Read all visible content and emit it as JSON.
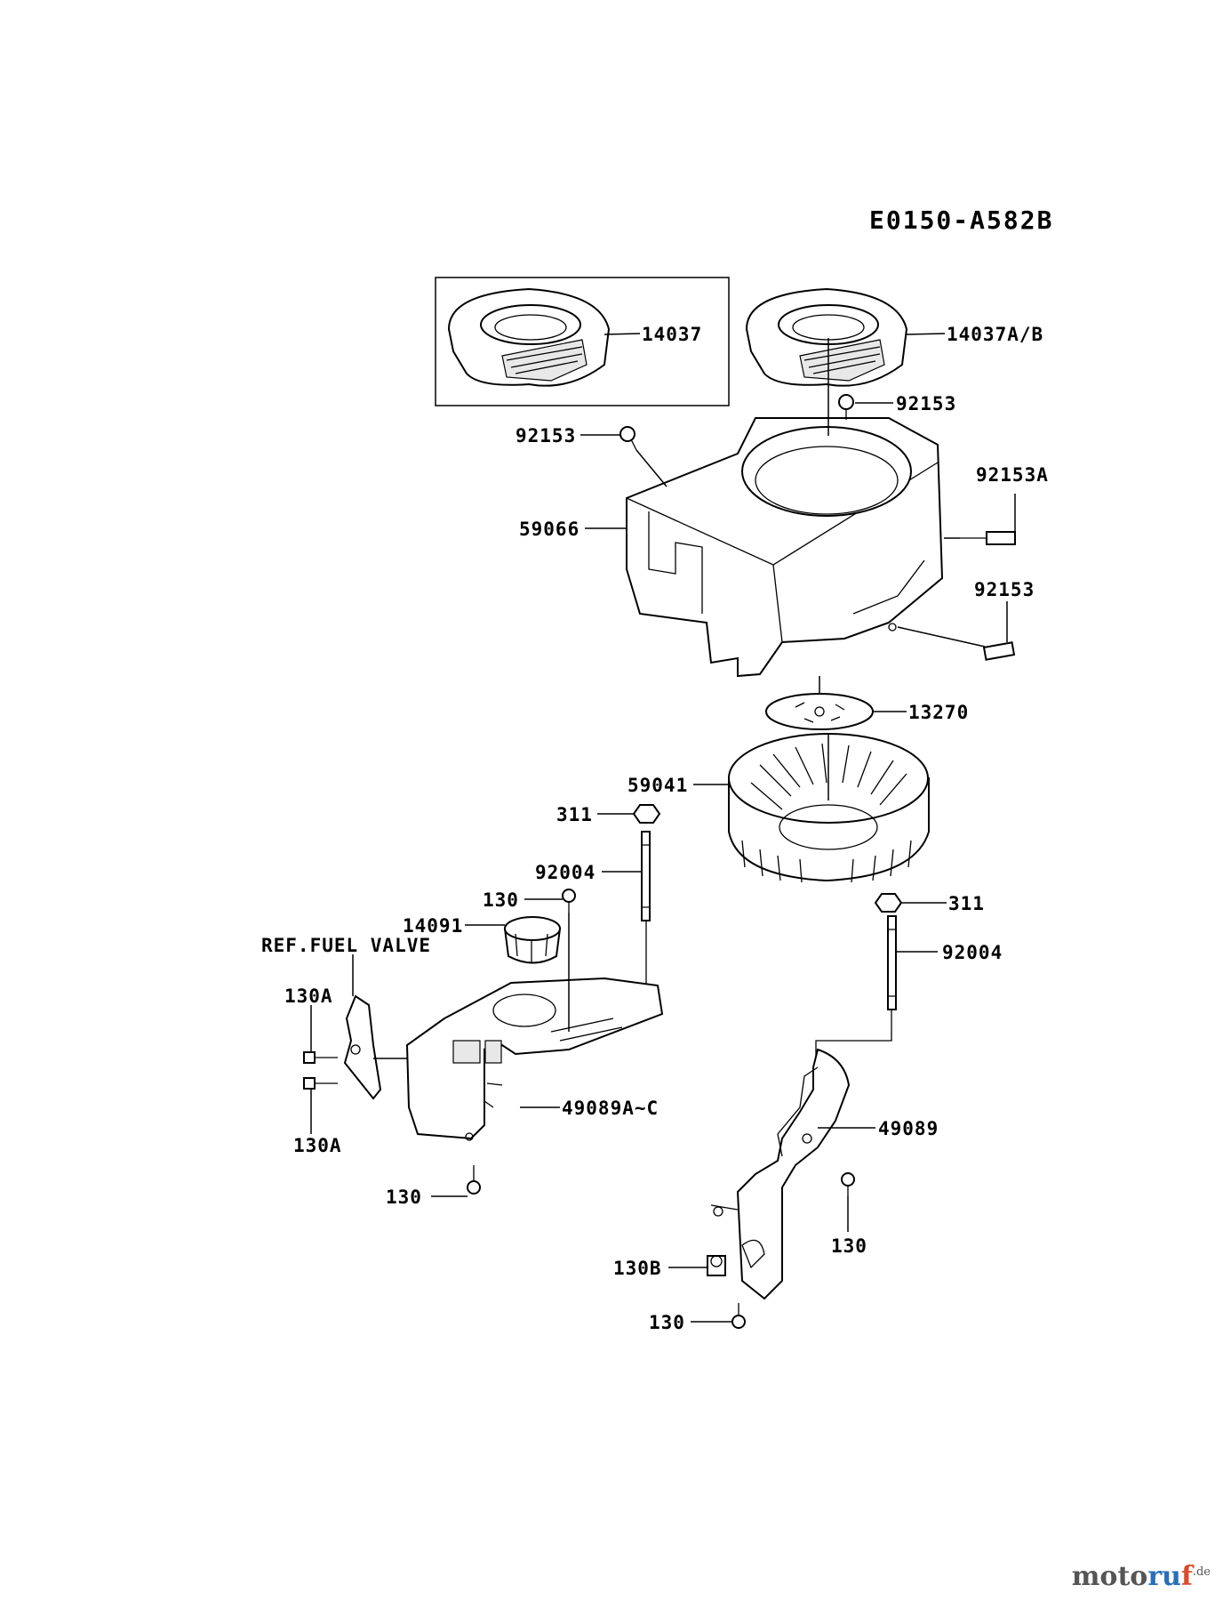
{
  "diagram_code": "E0150-A582B",
  "labels": {
    "l14037": "14037",
    "l14037ab": "14037A/B",
    "l92153a": "92153",
    "l92153b": "92153",
    "l92153A": "92153A",
    "l59066": "59066",
    "l92153c": "92153",
    "l13270": "13270",
    "l59041": "59041",
    "l311a": "311",
    "l92004a": "92004",
    "l130a": "130",
    "l14091": "14091",
    "lref": "REF.FUEL VALVE",
    "l311b": "311",
    "l92004b": "92004",
    "l130A1": "130A",
    "l130A2": "130A",
    "l49089AC": "49089A~C",
    "l49089": "49089",
    "l130b": "130",
    "l130c": "130",
    "l130B": "130B",
    "l130d": "130"
  },
  "watermark": {
    "p1": "moto",
    "p2": "ru",
    "p3": "f",
    "suffix": ".de"
  }
}
